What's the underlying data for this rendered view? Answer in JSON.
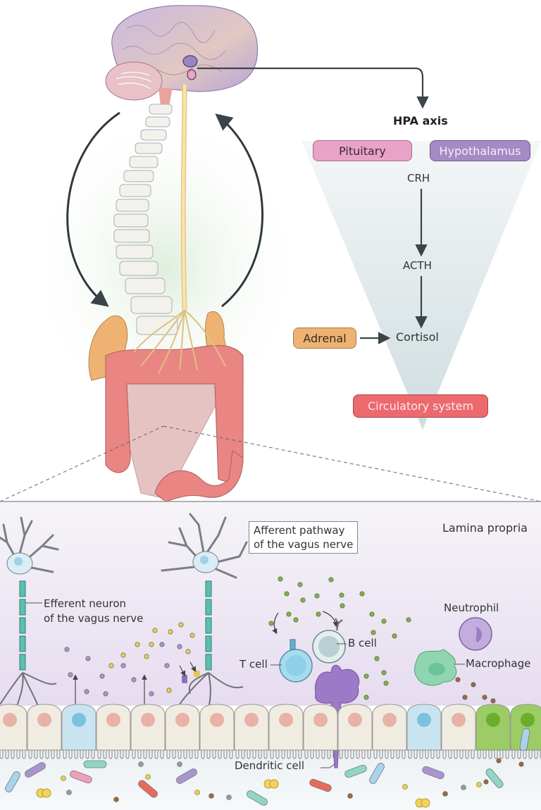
{
  "figure": {
    "hpa_axis": {
      "title": "HPA axis",
      "pituitary": "Pituitary",
      "hypothalamus": "Hypothalamus",
      "steps": [
        "CRH",
        "ACTH",
        "Cortisol"
      ],
      "adrenal": "Adrenal",
      "circulatory": "Circulatory system"
    },
    "colors": {
      "pituitary": "#e9a3c6",
      "hypothalamus": "#a58bc4",
      "adrenal": "#eeb373",
      "circulatory": "#ec6a6e",
      "colon": "#e98683",
      "brain": "#c6b3d9",
      "vagus": "#f4dca0",
      "lamina_bg": "#ece6f2",
      "epithelial": "#f1ece1",
      "goblet": "#c9e4f1",
      "enteroendocrine": "#8cc25a"
    },
    "lamina": {
      "region_label": "Lamina propria",
      "efferent_label": "Efferent neuron\nof the vagus nerve",
      "efferent_line1": "Efferent neuron",
      "efferent_line2": "of the vagus nerve",
      "afferent_line1": "Afferent pathway",
      "afferent_line2": "of the vagus nerve",
      "neutrophil": "Neutrophil",
      "b_cell": "B cell",
      "t_cell": "T cell",
      "macrophage": "Macrophage",
      "dendritic": "Dendritic cell"
    }
  }
}
